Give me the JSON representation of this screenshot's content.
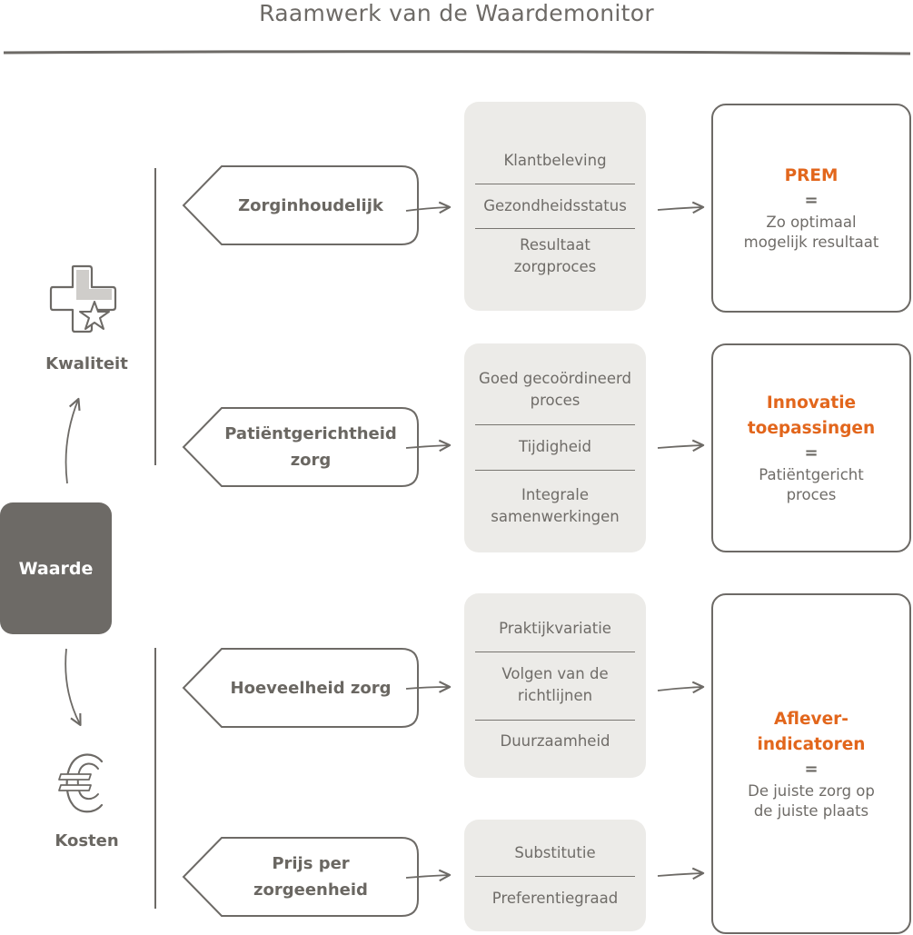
{
  "title": "Raamwerk van de Waardemonitor",
  "center": {
    "label": "Waarde"
  },
  "axes": [
    {
      "label": "Kwaliteit",
      "icon": "cross-star-icon"
    },
    {
      "label": "Kosten",
      "icon": "euro-icon"
    }
  ],
  "categories": [
    {
      "label": "Zorginhoudelijk",
      "items": [
        "Klantbeleving",
        "Gezondheidsstatus",
        "Resultaat\nzorgproces"
      ]
    },
    {
      "label": "Patiëntgerichtheid\nzorg",
      "items": [
        "Goed gecoördineerd\nproces",
        "Tijdigheid",
        "Integrale\nsamenwerkingen"
      ]
    },
    {
      "label": "Hoeveelheid zorg",
      "items": [
        "Praktijkvariatie",
        "Volgen van de\nrichtlijnen",
        "Duurzaamheid"
      ]
    },
    {
      "label": "Prijs per\nzorgeenheid",
      "items": [
        "Substitutie",
        "Preferentiegraad"
      ]
    }
  ],
  "results": [
    {
      "title": "PREM",
      "eq": "=",
      "desc": "Zo optimaal\nmogelijk resultaat"
    },
    {
      "title": "Innovatie\ntoepassingen",
      "eq": "=",
      "desc": "Patiëntgericht\nproces"
    },
    {
      "title": "Aflever-\nindicatoren",
      "eq": "=",
      "desc": "De juiste zorg op\nde juiste plaats"
    }
  ]
}
